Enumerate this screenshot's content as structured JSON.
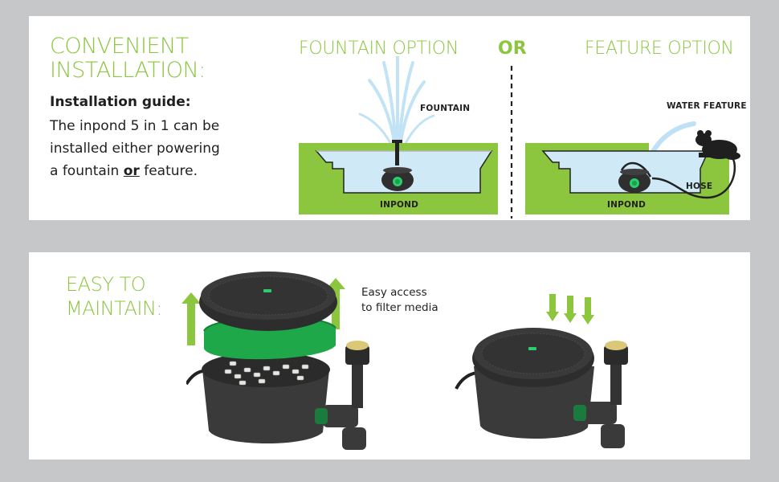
{
  "top_panel": {
    "title_line1": "CONVENIENT",
    "title_line2": "INSTALLATION:",
    "guide_heading": "Installation guide:",
    "guide_line1": "The inpond 5 in 1 can be",
    "guide_line2": "installed either powering",
    "guide_line3_pre": "a fountain ",
    "guide_line3_or": "or",
    "guide_line3_post": " feature.",
    "fountain_option": "FOUNTAIN OPTION",
    "or_label": "OR",
    "feature_option": "FEATURE OPTION",
    "fountain_label": "FOUNTAIN",
    "inpond_label_left": "INPOND",
    "water_feature_label": "WATER FEATURE",
    "hose_label": "HOSE",
    "inpond_label_right": "INPOND"
  },
  "bottom_panel": {
    "title_line1": "EASY TO",
    "title_line2": "MAINTAIN:",
    "access_line1": "Easy access",
    "access_line2": "to filter media"
  },
  "colors": {
    "green": "#8cc63f",
    "water": "#cfe9f7",
    "device": "#2f2f2f",
    "background": "#c6c7c8"
  }
}
